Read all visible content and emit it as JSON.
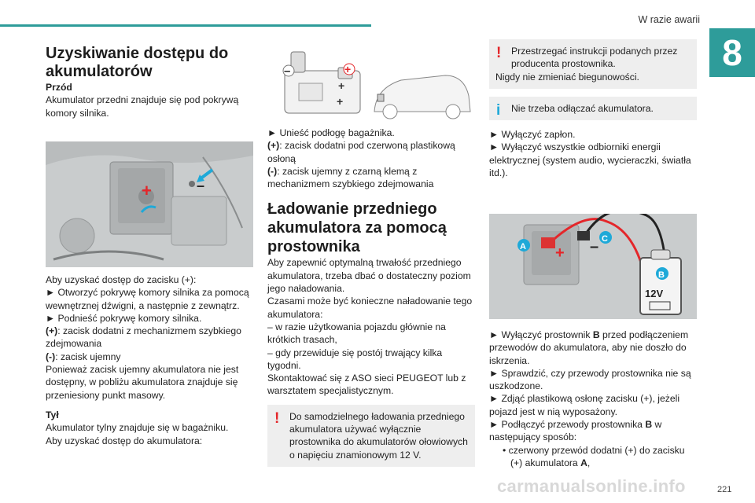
{
  "header": {
    "section": "W razie awarii",
    "chapter": "8"
  },
  "col1": {
    "title": "Uzyskiwanie dostępu do akumulatorów",
    "front_heading": "Przód",
    "front_intro": "Akumulator przedni znajduje się pod pokrywą komory silnika.",
    "lines": [
      "Aby uzyskać dostęp do zacisku (+):",
      "► Otworzyć pokrywę komory silnika za pomocą wewnętrznej dźwigni, a następnie z zewnątrz.",
      "► Podnieść pokrywę komory silnika."
    ],
    "plus_label": "(+)",
    "plus_text": ": zacisk dodatni z mechanizmem szybkiego zdejmowania",
    "minus_label": "(-)",
    "minus_text": ": zacisk ujemny",
    "ground_text": "Ponieważ zacisk ujemny akumulatora nie jest dostępny, w pobliżu akumulatora znajduje się przeniesiony punkt masowy.",
    "rear_heading": "Tył",
    "rear_text": "Akumulator tylny znajduje się w bagażniku.",
    "rear_access": "Aby uzyskać dostęp do akumulatora:"
  },
  "col2": {
    "step1": "► Unieść podłogę bagażnika.",
    "plus_label": "(+)",
    "plus_text": ": zacisk dodatni pod czerwoną plastikową osłoną",
    "minus_label": "(-)",
    "minus_text": ": zacisk ujemny z czarną klemą z mechanizmem szybkiego zdejmowania",
    "title": "Ładowanie przedniego akumulatora za pomocą prostownika",
    "para1": "Aby zapewnić optymalną trwałość przedniego akumulatora, trzeba dbać o dostateczny poziom jego naładowania.",
    "para2": "Czasami może być konieczne naładowanie tego akumulatora:",
    "dash1": "– w razie użytkowania pojazdu głównie na krótkich trasach,",
    "dash2": "– gdy przewiduje się postój trwający kilka tygodni.",
    "para3": "Skontaktować się z ASO sieci PEUGEOT lub z warsztatem specjalistycznym.",
    "warning": "Do samodzielnego ładowania przedniego akumulatora używać wyłącznie prostownika do akumulatorów ołowiowych o napięciu znamionowym 12 V."
  },
  "col3": {
    "warning_line1": "Przestrzegać instrukcji podanych przez producenta prostownika.",
    "warning_line2": "Nigdy nie zmieniać biegunowości.",
    "info": "Nie trzeba odłączać akumulatora.",
    "step1": "► Wyłączyć zapłon.",
    "step2": "► Wyłączyć wszystkie odbiorniki energii elektrycznej (system audio, wycieraczki, światła itd.).",
    "step3_pre": "► Wyłączyć prostownik ",
    "step3_b": "B",
    "step3_post": " przed podłączeniem przewodów do akumulatora, aby nie doszło do iskrzenia.",
    "step4": "► Sprawdzić, czy przewody prostownika nie są uszkodzone.",
    "step5": "► Zdjąć plastikową osłonę zacisku (+), jeżeli pojazd jest w nią wyposażony.",
    "step6_pre": "► Podłączyć przewody prostownika ",
    "step6_b": "B",
    "step6_post": " w następujący sposób:",
    "bullet_pre": "• czerwony przewód dodatni (+) do zacisku (+) akumulatora ",
    "bullet_b": "A",
    "bullet_post": ","
  },
  "figures": {
    "callout_a": "A",
    "callout_b": "B",
    "callout_c": "C",
    "charger_voltage": "12V"
  },
  "footer": {
    "page": "221",
    "watermark": "carmanualsonline.info"
  }
}
